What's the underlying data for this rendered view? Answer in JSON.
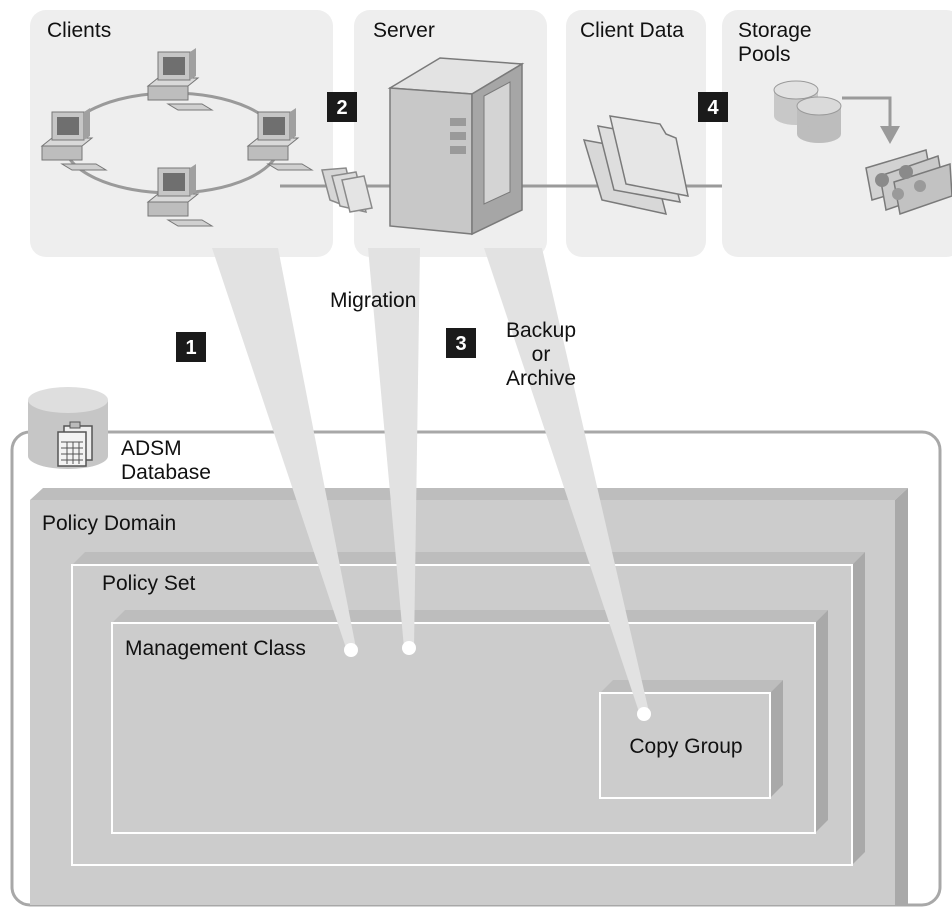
{
  "sections": {
    "clients": "Clients",
    "server": "Server",
    "client_data": "Client Data",
    "storage_pools_line1": "Storage",
    "storage_pools_line2": "Pools"
  },
  "markers": {
    "m1": "1",
    "m2": "2",
    "m3": "3",
    "m4": "4"
  },
  "flows": {
    "migration": "Migration",
    "backup_line1": "Backup",
    "backup_line2": "or",
    "backup_line3": "Archive"
  },
  "database": {
    "line1": "ADSM",
    "line2": "Database"
  },
  "policy": {
    "domain": "Policy Domain",
    "set": "Policy Set",
    "management_class": "Management Class",
    "copy_group": "Copy Group"
  },
  "colors": {
    "panel": "#eeeeee",
    "box_face": "#cccccc",
    "box_side": "#a9a9a9",
    "box_top": "#bdbdbd",
    "beam": "#e2e2e2",
    "marker": "#1a1a1a"
  }
}
